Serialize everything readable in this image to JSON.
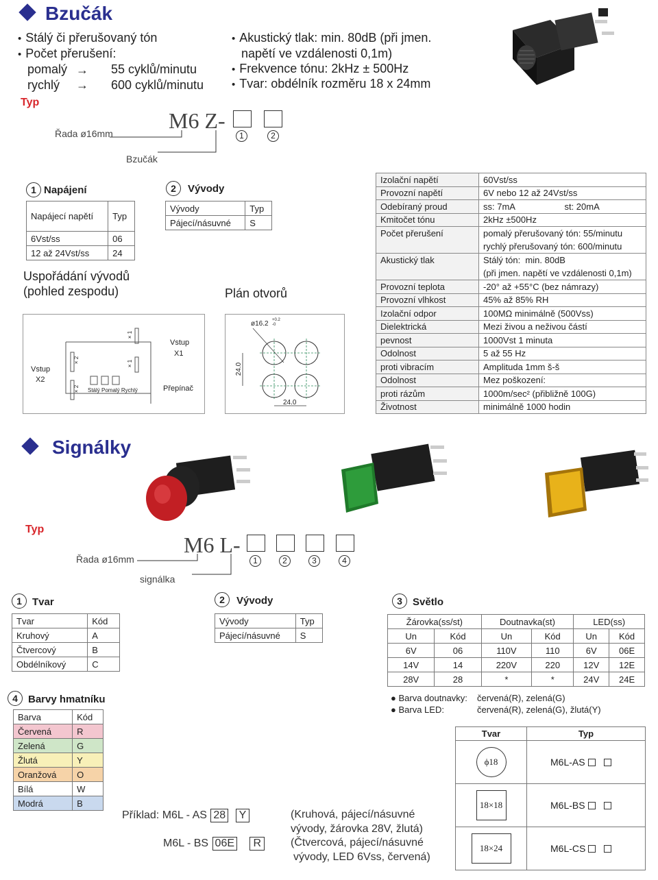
{
  "buzzer": {
    "title": "Bzučák",
    "bullets_left": [
      "Stálý či přerušovaný tón",
      "Počet přerušení:"
    ],
    "slow_label": "pomalý",
    "slow_value": "55 cyklů/minutu",
    "fast_label": "rychlý",
    "fast_value": "600 cyklů/minutu",
    "bullets_right": [
      "Akustický tlak:  min. 80dB (při jmen.",
      "napětí ve vzdálenosti 0,1m)",
      "Frekvence tónu: 2kHz  ± 500Hz",
      "Tvar: obdélník rozměru 18 x 24mm"
    ],
    "typ": "Typ",
    "code_prefix": "M6  Z-",
    "circle1": "1",
    "circle2": "2",
    "series_label": "Řada ø16mm",
    "bzucak_label": "Bzučák",
    "napajeni_title": "Napájení",
    "napajeni_headers": [
      "Napájecí napětí",
      "Typ"
    ],
    "napajeni_rows": [
      [
        "6Vst/ss",
        "06"
      ],
      [
        "12 až 24Vst/ss",
        "24"
      ]
    ],
    "vyvody_title": "Vývody",
    "vyvody_headers": [
      "Vývody",
      "Typ"
    ],
    "vyvody_rows": [
      [
        "Pájecí/násuvné",
        "S"
      ]
    ],
    "usporadani": "Uspořádání vývodů",
    "pohled": "(pohled zespodu)",
    "plan": "Plán otvorů",
    "diagram": {
      "vstup_x2_a": "Vstup",
      "vstup_x2_b": "X2",
      "vstup_x1_a": "Vstup",
      "vstup_x1_b": "X1",
      "prepinac": "Přepínač",
      "stali": "Stálý Pomalý Rychlý",
      "x1a": "× 1",
      "x1b": "× 1",
      "x2a": "× 2",
      "x2b": "× 2"
    },
    "plan_labels": {
      "dia": "ø16.2",
      "tol_top": "+0.2",
      "tol_bot": "-0",
      "dim_v": "24.0",
      "dim_h": "24.0"
    },
    "specs": [
      [
        "Izolační napětí",
        "60Vst/ss"
      ],
      [
        "Provozní napětí",
        "6V nebo 12 až 24Vst/ss"
      ],
      [
        "Odebíraný proud",
        "ss: 7mA                    st: 20mA"
      ],
      [
        "Kmitočet tónu",
        "2kHz ±500Hz"
      ],
      [
        "Počet přerušení",
        "pomalý přerušovaný tón: 55/minutu"
      ],
      [
        "",
        "rychlý přerušovaný tón: 600/minutu"
      ],
      [
        "Akustický tlak",
        "Stálý tón:  min. 80dB"
      ],
      [
        "",
        "(při jmen. napětí ve vzdálenosti 0,1m)"
      ],
      [
        "Provozní teplota",
        "-20° až +55°C (bez námrazy)"
      ],
      [
        "Provozní vlhkost",
        "45% až 85% RH"
      ],
      [
        "Izolační odpor",
        "100MΩ minimálně (500Vss)"
      ],
      [
        "Dielektrická",
        "Mezi živou a neživou částí"
      ],
      [
        "pevnost",
        "1000Vst 1 minuta"
      ],
      [
        "Odolnost",
        "5 až 55 Hz"
      ],
      [
        "proti vibracím",
        "Amplituda 1mm š-š"
      ],
      [
        "Odolnost",
        "Mez poškození:"
      ],
      [
        "proti rázům",
        "1000m/sec² (přibližně 100G)"
      ],
      [
        "Životnost",
        "minimálně 1000 hodin"
      ]
    ]
  },
  "signal": {
    "title": "Signálky",
    "typ": "Typ",
    "code_prefix": "M6  L-",
    "circles": [
      "1",
      "2",
      "3",
      "4"
    ],
    "series_label": "Řada ø16mm",
    "signalka_label": "signálka",
    "tvar_title": "Tvar",
    "tvar_headers": [
      "Tvar",
      "Kód"
    ],
    "tvar_rows": [
      [
        "Kruhový",
        "A"
      ],
      [
        "Čtvercový",
        "B"
      ],
      [
        "Obdélníkový",
        "C"
      ]
    ],
    "vyvody_title": "Vývody",
    "vyvody_headers": [
      "Vývody",
      "Typ"
    ],
    "vyvody_rows": [
      [
        "Pájecí/násuvné",
        "S"
      ]
    ],
    "svetlo_title": "Světlo",
    "svetlo_groups": [
      "Žárovka(ss/st)",
      "Doutnavka(st)",
      "LED(ss)"
    ],
    "svetlo_sub": [
      "Un",
      "Kód",
      "Un",
      "Kód",
      "Un",
      "Kód"
    ],
    "svetlo_rows": [
      [
        "6V",
        "06",
        "110V",
        "110",
        "6V",
        "06E"
      ],
      [
        "14V",
        "14",
        "220V",
        "220",
        "12V",
        "12E"
      ],
      [
        "28V",
        "28",
        "*",
        "*",
        "24V",
        "24E"
      ]
    ],
    "barva_title": "Barvy hmatníku",
    "barva_headers": [
      "Barva",
      "Kód"
    ],
    "barva_rows": [
      [
        "Červená",
        "R",
        "#f3c6cf"
      ],
      [
        "Zelená",
        "G",
        "#cfe6c8"
      ],
      [
        "Žlutá",
        "Y",
        "#f8f0b8"
      ],
      [
        "Oranžová",
        "O",
        "#f6d3a8"
      ],
      [
        "Bílá",
        "W",
        "#ffffff"
      ],
      [
        "Modrá",
        "B",
        "#c9d9ee"
      ]
    ],
    "barva_doutnavky_label": "Barva doutnavky:",
    "barva_doutnavky_value": "červená(R), zelená(G)",
    "barva_led_label": "Barva LED:",
    "barva_led_value": "červená(R), zelená(G), žlutá(Y)",
    "shape_headers": [
      "Tvar",
      "Typ"
    ],
    "shape_rows": [
      [
        "ϕ18",
        "M6L-AS"
      ],
      [
        "18×18",
        "M6L-BS"
      ],
      [
        "18×24",
        "M6L-CS"
      ]
    ],
    "example_label": "Příklad:",
    "example1_code": "M6L - AS",
    "example1_a": "28",
    "example1_b": "Y",
    "example2_code": "M6L - BS",
    "example2_a": "06E",
    "example2_b": "R",
    "example_desc": [
      "(Kruhová, pájecí/násuvné",
      "výv​ody, žárovka 28V, žlutá)",
      "(Čtvercová, pájecí/násuvné",
      "výv​ody, LED 6Vss, červená)"
    ]
  },
  "colors": {
    "accent": "#2a2f8f",
    "red": "#d8262b"
  }
}
